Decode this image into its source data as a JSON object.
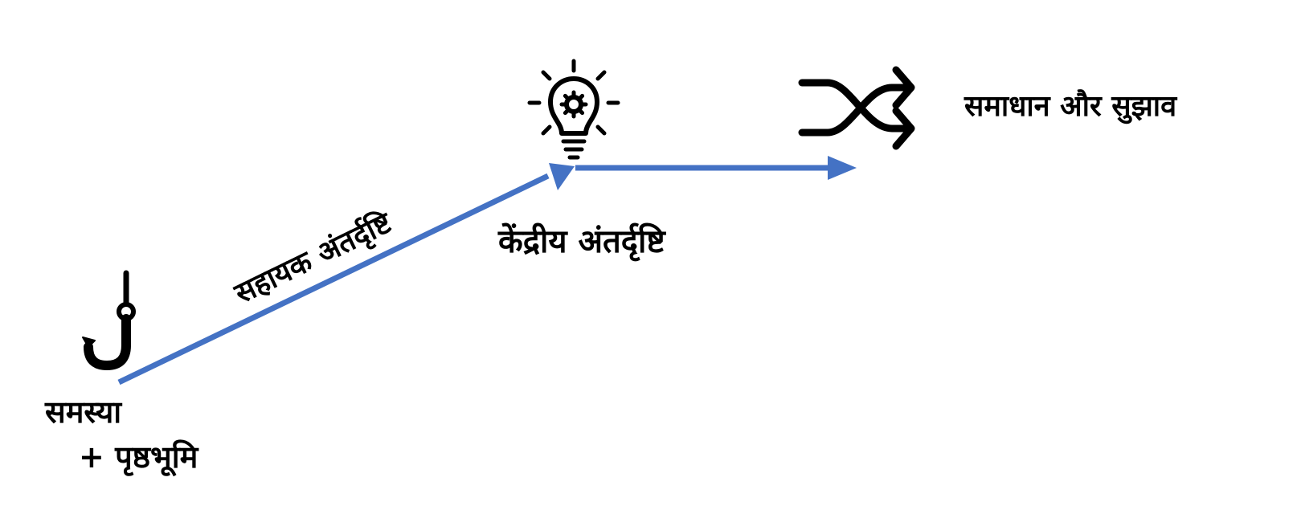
{
  "labels": {
    "problem": "समस्या",
    "background": "+ पृष्ठभूमि",
    "supporting_insight": "सहायक अंतर्दृष्टि",
    "central_insight": "केंद्रीय अंतर्दृष्टि",
    "solution": "समाधान और सुझाव"
  },
  "icons": {
    "start": "fish-hook-icon",
    "insight": "lightbulb-gear-icon",
    "outcome": "shuffle-arrows-icon"
  },
  "colors": {
    "arrow": "#4472C4",
    "text": "#000000",
    "icon": "#000000",
    "background": "#FFFFFF"
  }
}
